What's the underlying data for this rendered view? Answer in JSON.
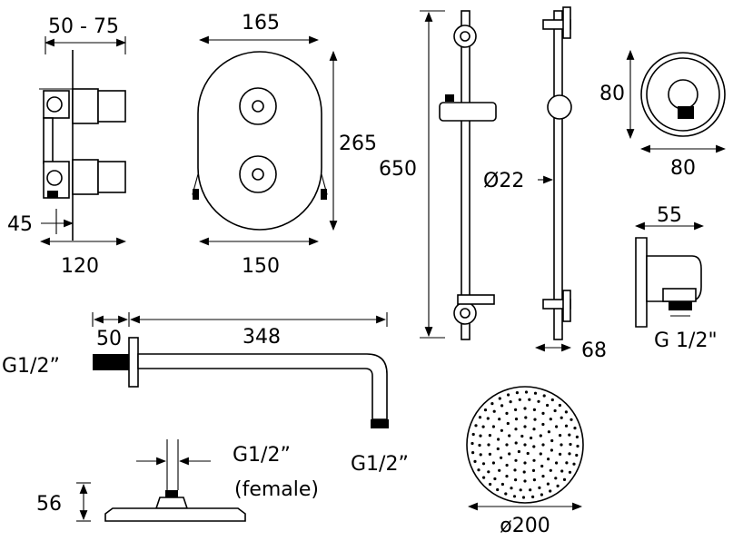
{
  "dimensions": {
    "valve_depth": "50 - 75",
    "valve_width": "120",
    "valve_offset": "45",
    "plate_width_top": "165",
    "plate_width_bottom": "150",
    "plate_height": "265",
    "rail_length": "650",
    "rail_diameter": "Ø22",
    "rail_projection": "68",
    "wall_outlet_size": "80",
    "wall_outlet_width": "80",
    "elbow_depth": "55",
    "elbow_thread": "G 1/2\"",
    "arm_flange": "50",
    "arm_length": "348",
    "arm_inlet_thread": "G1/2”",
    "arm_outlet_thread": "G1/2”",
    "head_thread": "G1/2”",
    "head_thread_note": "(female)",
    "head_height": "56",
    "head_diameter": "ø200"
  }
}
